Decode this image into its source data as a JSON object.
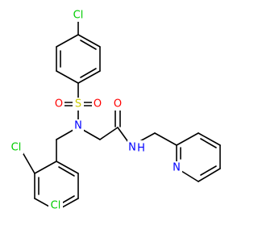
{
  "molecule": {
    "colors": {
      "background": "#ffffff",
      "bond": "#000000",
      "carbon_label": "#000000",
      "chlorine": "#00cc00",
      "oxygen": "#ff0000",
      "nitrogen": "#0000ff",
      "sulfur": "#cccc00"
    },
    "labels": {
      "cl_top": "Cl",
      "cl_ortho": "Cl",
      "cl_para": "Cl",
      "o_sulfonyl_left": "O",
      "o_sulfonyl_right": "O",
      "o_carbonyl": "O",
      "s_sulfonyl": "S",
      "n_sulfonamide": "N",
      "n_amide": "N",
      "h_amide": "H",
      "n_pyridine": "N"
    }
  }
}
